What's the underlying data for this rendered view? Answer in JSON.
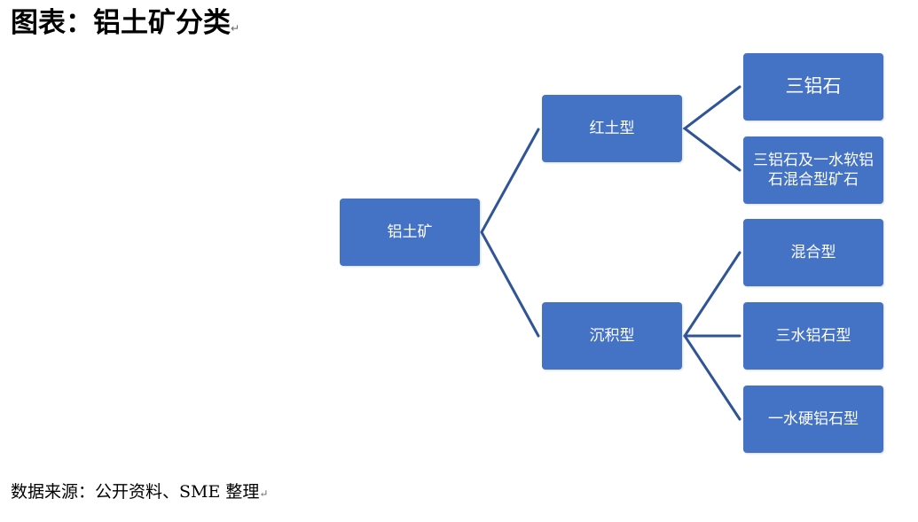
{
  "title": "图表：铝土矿分类",
  "paragraph_mark": "↵",
  "diagram": {
    "root": "铝土矿",
    "laterite": {
      "label": "红土型",
      "children": [
        "三铝石",
        "三铝石及一水软铝石混合型矿石"
      ]
    },
    "sedimentary": {
      "label": "沉积型",
      "children": [
        "混合型",
        "三水铝石型",
        "一水硬铝石型"
      ]
    }
  },
  "source": "数据来源：公开资料、SME 整理",
  "colors": {
    "box_fill": "#4472c4",
    "connector": "#2f5597",
    "box_text": "#ffffff"
  }
}
